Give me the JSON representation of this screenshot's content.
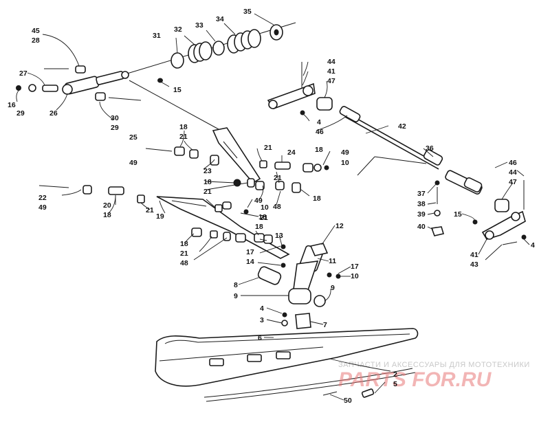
{
  "watermark": {
    "tagline": "ЗАПЧАСТИ И АКСЕССУАРЫ ДЛЯ МОТОТЕХНИКИ",
    "brand": "PARTS FOR.RU",
    "color": "#e87a7a"
  },
  "callouts": {
    "c45": "45",
    "c28a": "28",
    "c27": "27",
    "c16": "16",
    "c29a": "29",
    "c26": "26",
    "c31": "31",
    "c32": "32",
    "c33": "33",
    "c34": "34",
    "c35": "35",
    "c15a": "15",
    "c30": "30",
    "c29b": "29",
    "c44a": "44",
    "c41a": "41",
    "c47a": "47",
    "c4a": "4",
    "c46a": "46",
    "c42": "42",
    "c25": "25",
    "c49a": "49",
    "c18a": "18",
    "c21a": "21",
    "c23": "23",
    "c21b": "21",
    "c24": "24",
    "c18b": "18",
    "c49b": "49",
    "c10a": "10",
    "c36": "36",
    "c22": "22",
    "c49c": "49",
    "c20": "20",
    "c18c": "18",
    "c21c": "21",
    "c19": "19",
    "c18d": "18",
    "c21d": "21",
    "c21e": "21",
    "c48a": "48",
    "c18e": "18",
    "c49d": "49",
    "c10b": "10",
    "c18f": "18",
    "c21f": "21",
    "c18g": "18",
    "c18h": "18",
    "c21g": "21",
    "c48b": "48",
    "c13": "13",
    "c12": "12",
    "c17a": "17",
    "c14": "14",
    "c11": "11",
    "c17b": "17",
    "c10c": "10",
    "c8": "8",
    "c9a": "9",
    "c9b": "9",
    "c4b": "4",
    "c3": "3",
    "c7": "7",
    "c6": "6",
    "c37": "37",
    "c38": "38",
    "c39": "39",
    "c40": "40",
    "c15b": "15",
    "c46b": "46",
    "c44b": "44",
    "c47b": "47",
    "c41b": "41",
    "c43": "43",
    "c4c": "4",
    "c2": "2",
    "c5": "5",
    "c50": "50"
  }
}
